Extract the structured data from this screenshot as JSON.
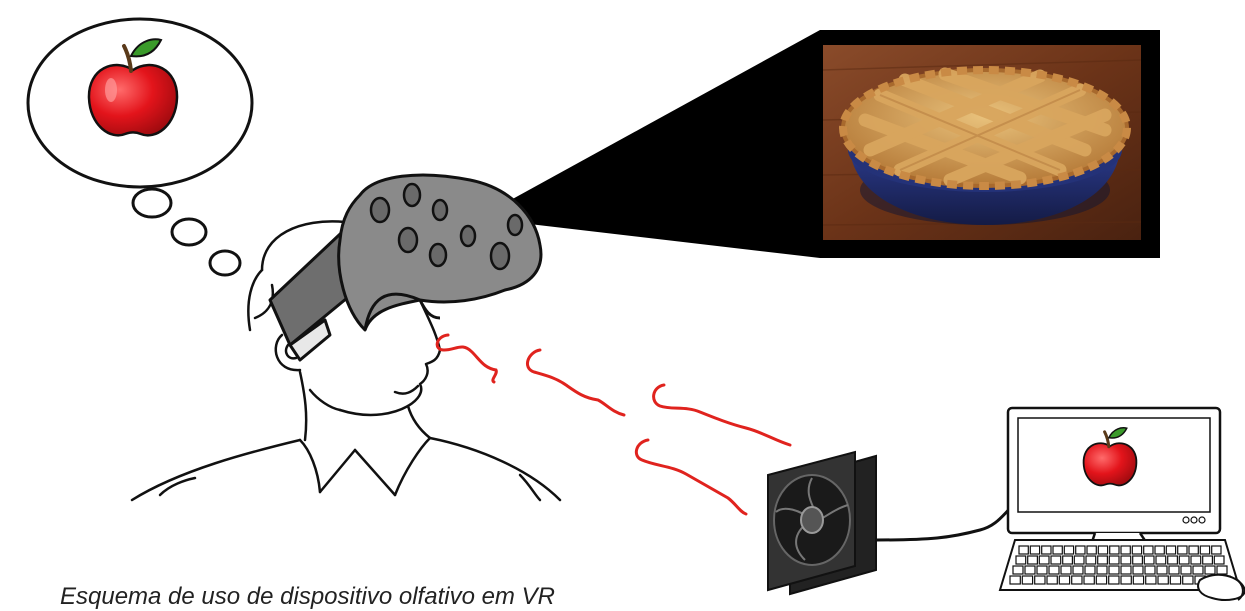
{
  "caption": "Esquema de uso de dispositivo olfativo em VR",
  "colors": {
    "apple": "#e3141b",
    "leaf": "#3a9a2a",
    "scent": "#e0231e",
    "headset": "#8a8a8a",
    "projection": "#000000",
    "pie_dish": "#1f2a6b",
    "pie_crust": "#c9914a",
    "table": "#6b3318"
  },
  "icons": [
    "thought-bubble",
    "apple-icon",
    "vr-headset",
    "pie-photo",
    "scent-wave",
    "fan-device",
    "computer-monitor",
    "keyboard",
    "mouse"
  ]
}
